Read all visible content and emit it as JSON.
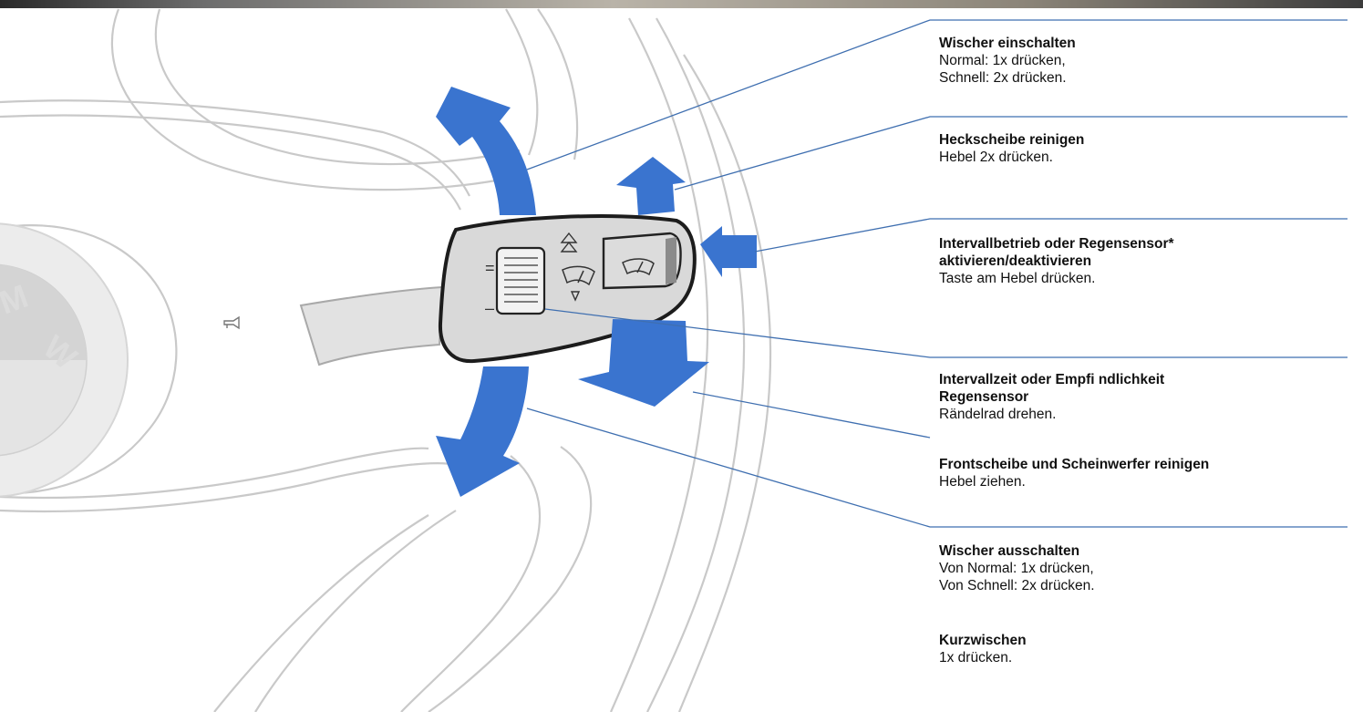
{
  "callouts": [
    {
      "title": "Wischer einschalten",
      "lines": [
        "Normal: 1x drücken,",
        "Schnell: 2x drücken."
      ]
    },
    {
      "title": "Heckscheibe reinigen",
      "lines": [
        "Hebel 2x drücken."
      ]
    },
    {
      "title": "Intervallbetrieb oder Regensensor*",
      "title2": "aktivieren/deaktivieren",
      "lines": [
        "Taste am Hebel drücken."
      ]
    },
    {
      "title": "Intervallzeit oder Empfi ndlichkeit",
      "title2": "Regensensor",
      "lines": [
        "Rändelrad drehen."
      ]
    },
    {
      "title": "Frontscheibe und Scheinwerfer reinigen",
      "lines": [
        "Hebel ziehen."
      ]
    },
    {
      "title": "Wischer ausschalten",
      "lines": [
        "Von Normal: 1x drücken,",
        "Von Schnell: 2x drücken."
      ]
    },
    {
      "title": "Kurzwischen",
      "lines": [
        "1x drücken."
      ]
    }
  ],
  "lever_symbols": {
    "faster": "=",
    "slower": "–"
  },
  "colors": {
    "arrow": "#3a74cf",
    "leader_line": "#3f6fb0",
    "outline": "#c9c9c9",
    "lever_body": "#d9d9d9"
  },
  "icons": [
    "windshield-wiper-icon",
    "auto-wiper-icon",
    "horn-icon",
    "brand-logo"
  ]
}
